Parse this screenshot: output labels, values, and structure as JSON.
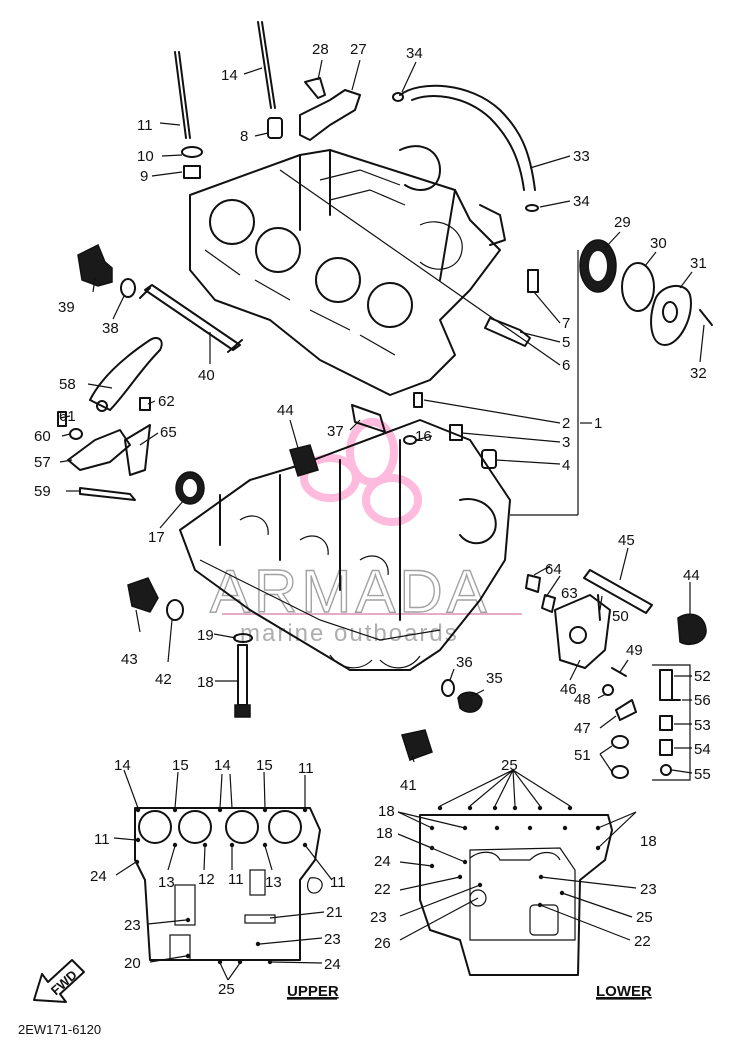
{
  "diagram_code": "2EW171-6120",
  "watermark": {
    "brand": "ARMADA",
    "subtitle": "marine outboards",
    "logo_color": "#ff69b4"
  },
  "view_labels": {
    "upper": "UPPER",
    "lower": "LOWER"
  },
  "fwd_label": "FWD",
  "callouts": {
    "c1": "1",
    "c2": "2",
    "c3": "3",
    "c4": "4",
    "c5": "5",
    "c6": "6",
    "c7": "7",
    "c8": "8",
    "c9": "9",
    "c10": "10",
    "c11": "11",
    "c14": "14",
    "c16": "16",
    "c17": "17",
    "c18": "18",
    "c19": "19",
    "c27": "27",
    "c28": "28",
    "c29": "29",
    "c30": "30",
    "c31": "31",
    "c32": "32",
    "c33": "33",
    "c34a": "34",
    "c34b": "34",
    "c35": "35",
    "c36": "36",
    "c37": "37",
    "c38": "38",
    "c39": "39",
    "c40": "40",
    "c41": "41",
    "c42": "42",
    "c43": "43",
    "c44a": "44",
    "c44b": "44",
    "c45": "45",
    "c46": "46",
    "c47": "47",
    "c48": "48",
    "c49": "49",
    "c50": "50",
    "c51": "51",
    "c52": "52",
    "c53": "53",
    "c54": "54",
    "c55": "55",
    "c56": "56",
    "c57": "57",
    "c58": "58",
    "c59": "59",
    "c60": "60",
    "c61": "61",
    "c62": "62",
    "c63": "63",
    "c64": "64",
    "c65": "65"
  },
  "upper_view": {
    "top_14a": "14",
    "top_15a": "15",
    "top_14b": "14",
    "top_15b": "15",
    "top_11": "11",
    "side_11a": "11",
    "side_24": "24",
    "side_11b": "11",
    "bot_13a": "13",
    "bot_12": "12",
    "bot_11": "11",
    "bot_13b": "13",
    "c23a": "23",
    "c21": "21",
    "c23b": "23",
    "c20": "20",
    "c24": "24",
    "c25": "25"
  },
  "lower_view": {
    "c25top": "25",
    "c18a": "18",
    "c18b": "18",
    "c18c": "18",
    "c24": "24",
    "c22a": "22",
    "c23a": "23",
    "c26": "26",
    "c23b": "23",
    "c25": "25",
    "c22b": "22"
  }
}
